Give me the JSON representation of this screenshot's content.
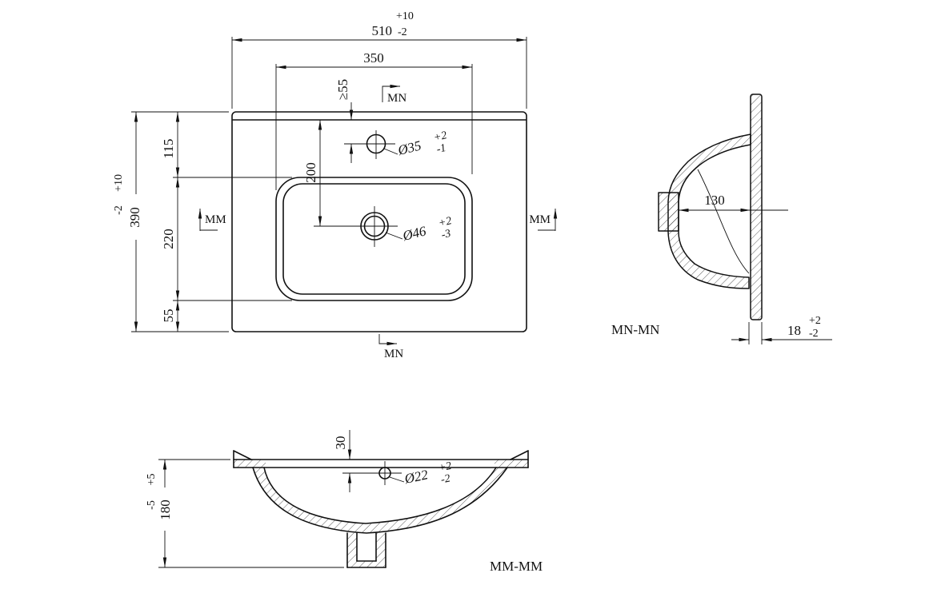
{
  "plan": {
    "dim_width": {
      "plus": "+10",
      "value": "510",
      "minus": "-2"
    },
    "dim_inner_width": "350",
    "dim_height": {
      "plus": "+10",
      "value": "390",
      "minus": "-2"
    },
    "dim_back": "115",
    "dim_bowl": "220",
    "dim_front": "55",
    "dim_tap_min": "≥55",
    "dim_tap_drain": "200",
    "tap": {
      "value": "Ø35",
      "plus": "+2",
      "minus": "-1"
    },
    "drain": {
      "value": "Ø46",
      "plus": "+2",
      "minus": "-3"
    },
    "mn": "MN",
    "mm": "MM"
  },
  "side": {
    "label": "MN-MN",
    "dim_depth": "130",
    "dim_edge": {
      "value": "18",
      "plus": "+2",
      "minus": "-2"
    }
  },
  "front": {
    "label": "MM-MM",
    "dim_overflow_offset": "30",
    "overflow": {
      "value": "Ø22",
      "plus": "+2",
      "minus": "-2"
    },
    "dim_height": {
      "value": "180",
      "plus": "+5",
      "minus": "-5"
    }
  }
}
